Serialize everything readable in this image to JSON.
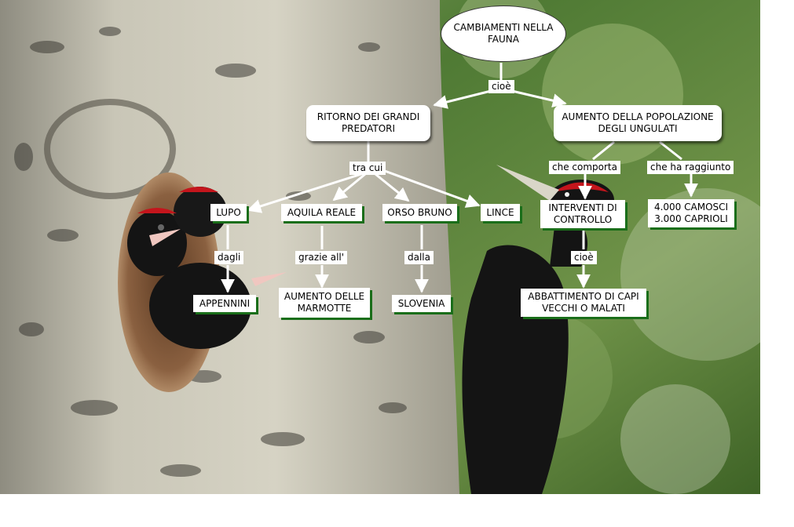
{
  "map": {
    "root": "CAMBIAMENTI NELLA\nFAUNA",
    "link_root": "cioè",
    "predatori": "RITORNO DEI GRANDI\nPREDATORI",
    "ungulati": "AUMENTO DELLA POPOLAZIONE\nDEGLI UNGULATI",
    "link_tra_cui": "tra cui",
    "lupo": "LUPO",
    "aquila": "AQUILA REALE",
    "orso": "ORSO BRUNO",
    "lince": "LINCE",
    "link_dagli": "dagli",
    "link_grazie": "grazie all'",
    "link_dalla": "dalla",
    "appennini": "APPENNINI",
    "marmotte": "AUMENTO DELLE\nMARMOTTE",
    "slovenia": "SLOVENIA",
    "link_comporta": "che comporta",
    "link_raggiunto": "che ha raggiunto",
    "interventi": "INTERVENTI DI\nCONTROLLO",
    "camosci": "4.000 CAMOSCI\n3.000 CAPRIOLI",
    "link_cioe2": "cioè",
    "abbattimento": "ABBATTIMENTO DI CAPI\nVECCHI O MALATI"
  },
  "background": {
    "subject": "woodpecker-photo",
    "foliage_color": "#5b7d3a",
    "bark_color": "#b9b6a6",
    "bird_color": "#141414",
    "crest_color": "#c4151c"
  }
}
